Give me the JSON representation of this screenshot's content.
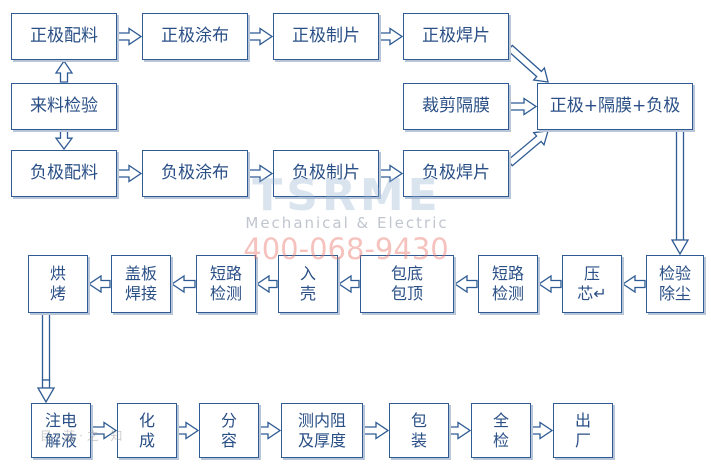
{
  "nodes": [
    {
      "id": "zj_pl",
      "label": "正极配料"
    },
    {
      "id": "zj_tb",
      "label": "正极涂布"
    },
    {
      "id": "zj_zp",
      "label": "正极制片"
    },
    {
      "id": "zj_hp",
      "label": "正极焊片"
    },
    {
      "id": "ll_jy",
      "label": "来料检验"
    },
    {
      "id": "cj_gm",
      "label": "裁剪隔膜"
    },
    {
      "id": "zgf",
      "label": "正极+隔膜+负极"
    },
    {
      "id": "fj_pl",
      "label": "负极配料"
    },
    {
      "id": "fj_tb",
      "label": "负极涂布"
    },
    {
      "id": "fj_zp",
      "label": "负极制片"
    },
    {
      "id": "fj_hp",
      "label": "负极焊片"
    },
    {
      "id": "jy_cc",
      "label": "检验\n除尘"
    },
    {
      "id": "yx",
      "label": "压\n芯↵"
    },
    {
      "id": "dl_jc1",
      "label": "短路\n检测"
    },
    {
      "id": "bd_bd",
      "label": "包底\n包顶"
    },
    {
      "id": "rk",
      "label": "入\n壳"
    },
    {
      "id": "dl_jc2",
      "label": "短路\n检测"
    },
    {
      "id": "gb_hj",
      "label": "盖板\n焊接"
    },
    {
      "id": "hk",
      "label": "烘\n烤"
    },
    {
      "id": "zd_jy",
      "label": "注电\n解液"
    },
    {
      "id": "hc",
      "label": "化\n成"
    },
    {
      "id": "fr",
      "label": "分\n容"
    },
    {
      "id": "cnz",
      "label": "测内阻\n及厚度"
    },
    {
      "id": "bz",
      "label": "包\n装"
    },
    {
      "id": "qj",
      "label": "全\n检"
    },
    {
      "id": "cc",
      "label": "出\n厂"
    }
  ],
  "edges": [
    [
      "ll_jy",
      "zj_pl"
    ],
    [
      "ll_jy",
      "fj_pl"
    ],
    [
      "zj_pl",
      "zj_tb"
    ],
    [
      "zj_tb",
      "zj_zp"
    ],
    [
      "zj_zp",
      "zj_hp"
    ],
    [
      "fj_pl",
      "fj_tb"
    ],
    [
      "fj_tb",
      "fj_zp"
    ],
    [
      "fj_zp",
      "fj_hp"
    ],
    [
      "zj_hp",
      "zgf"
    ],
    [
      "cj_gm",
      "zgf"
    ],
    [
      "fj_hp",
      "zgf"
    ],
    [
      "zgf",
      "jy_cc"
    ],
    [
      "jy_cc",
      "yx"
    ],
    [
      "yx",
      "dl_jc1"
    ],
    [
      "dl_jc1",
      "bd_bd"
    ],
    [
      "bd_bd",
      "rk"
    ],
    [
      "rk",
      "dl_jc2"
    ],
    [
      "dl_jc2",
      "gb_hj"
    ],
    [
      "gb_hj",
      "hk"
    ],
    [
      "hk",
      "zd_jy"
    ],
    [
      "zd_jy",
      "hc"
    ],
    [
      "hc",
      "fr"
    ],
    [
      "fr",
      "cnz"
    ],
    [
      "cnz",
      "bz"
    ],
    [
      "bz",
      "qj"
    ],
    [
      "qj",
      "cc"
    ]
  ],
  "watermark": {
    "logo": "TSRME",
    "subtitle": "Mechanical & Electric",
    "phone": "400-068-9430",
    "corner": "目 · 蓝 · 之 · 知"
  },
  "colors": {
    "border": "#2e5b93",
    "text": "#2a4f86",
    "arrow": "#2e5b93",
    "shadow": "#b9c6d8"
  }
}
